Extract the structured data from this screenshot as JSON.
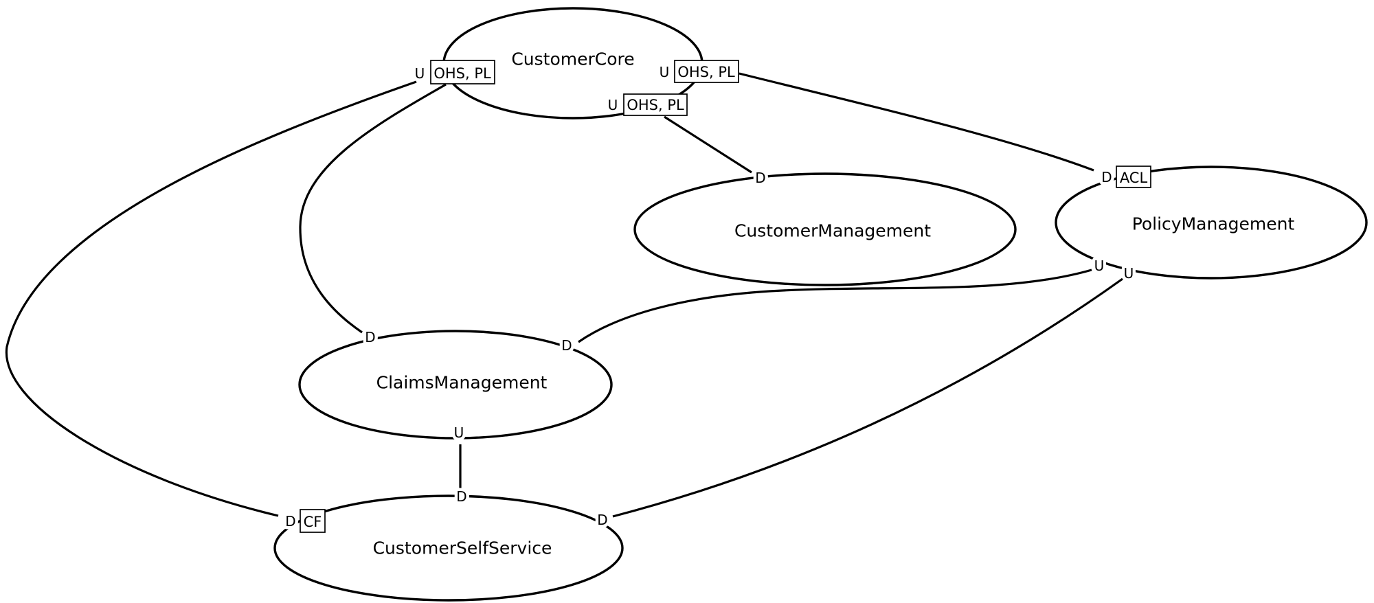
{
  "diagram": {
    "kind": "ddd-context-map",
    "background_color": "#ffffff",
    "stroke_color": "#000000",
    "contexts": [
      {
        "id": "customer-core",
        "label": "CustomerCore"
      },
      {
        "id": "customer-management",
        "label": "CustomerManagement"
      },
      {
        "id": "policy-management",
        "label": "PolicyManagement"
      },
      {
        "id": "claims-management",
        "label": "ClaimsManagement"
      },
      {
        "id": "customer-self-service",
        "label": "CustomerSelfService"
      }
    ],
    "edge_labels": {
      "cc_left_role": "U",
      "cc_left_patterns": "OHS, PL",
      "cc_right_role": "U",
      "cc_right_patterns": "OHS, PL",
      "cc_mid_role": "U",
      "cc_mid_patterns": "OHS, PL",
      "cm_d_role": "D",
      "policy_d_role": "D",
      "policy_acl_pattern": "ACL",
      "policy_u1_role": "U",
      "policy_u2_role": "U",
      "claims_d_left_role": "D",
      "claims_d_right_role": "D",
      "claims_u_role": "U",
      "css_d_top_role": "D",
      "css_d_left_role": "D",
      "css_cf_pattern": "CF",
      "css_d_right_role": "D"
    },
    "relationships": [
      {
        "upstream": "CustomerCore",
        "upstream_role": "U",
        "upstream_patterns": "OHS, PL",
        "downstream": "CustomerSelfService",
        "downstream_role": "D",
        "downstream_patterns": "CF"
      },
      {
        "upstream": "CustomerCore",
        "upstream_role": "U",
        "upstream_patterns": "OHS, PL",
        "downstream": "ClaimsManagement",
        "downstream_role": "D",
        "downstream_patterns": ""
      },
      {
        "upstream": "CustomerCore",
        "upstream_role": "U",
        "upstream_patterns": "OHS, PL",
        "downstream": "CustomerManagement",
        "downstream_role": "D",
        "downstream_patterns": ""
      },
      {
        "upstream": "CustomerCore",
        "upstream_role": "U",
        "upstream_patterns": "OHS, PL",
        "downstream": "PolicyManagement",
        "downstream_role": "D",
        "downstream_patterns": "ACL"
      },
      {
        "upstream": "PolicyManagement",
        "upstream_role": "U",
        "upstream_patterns": "",
        "downstream": "ClaimsManagement",
        "downstream_role": "D",
        "downstream_patterns": ""
      },
      {
        "upstream": "PolicyManagement",
        "upstream_role": "U",
        "upstream_patterns": "",
        "downstream": "CustomerSelfService",
        "downstream_role": "D",
        "downstream_patterns": ""
      },
      {
        "upstream": "ClaimsManagement",
        "upstream_role": "U",
        "upstream_patterns": "",
        "downstream": "CustomerSelfService",
        "downstream_role": "D",
        "downstream_patterns": ""
      }
    ]
  }
}
